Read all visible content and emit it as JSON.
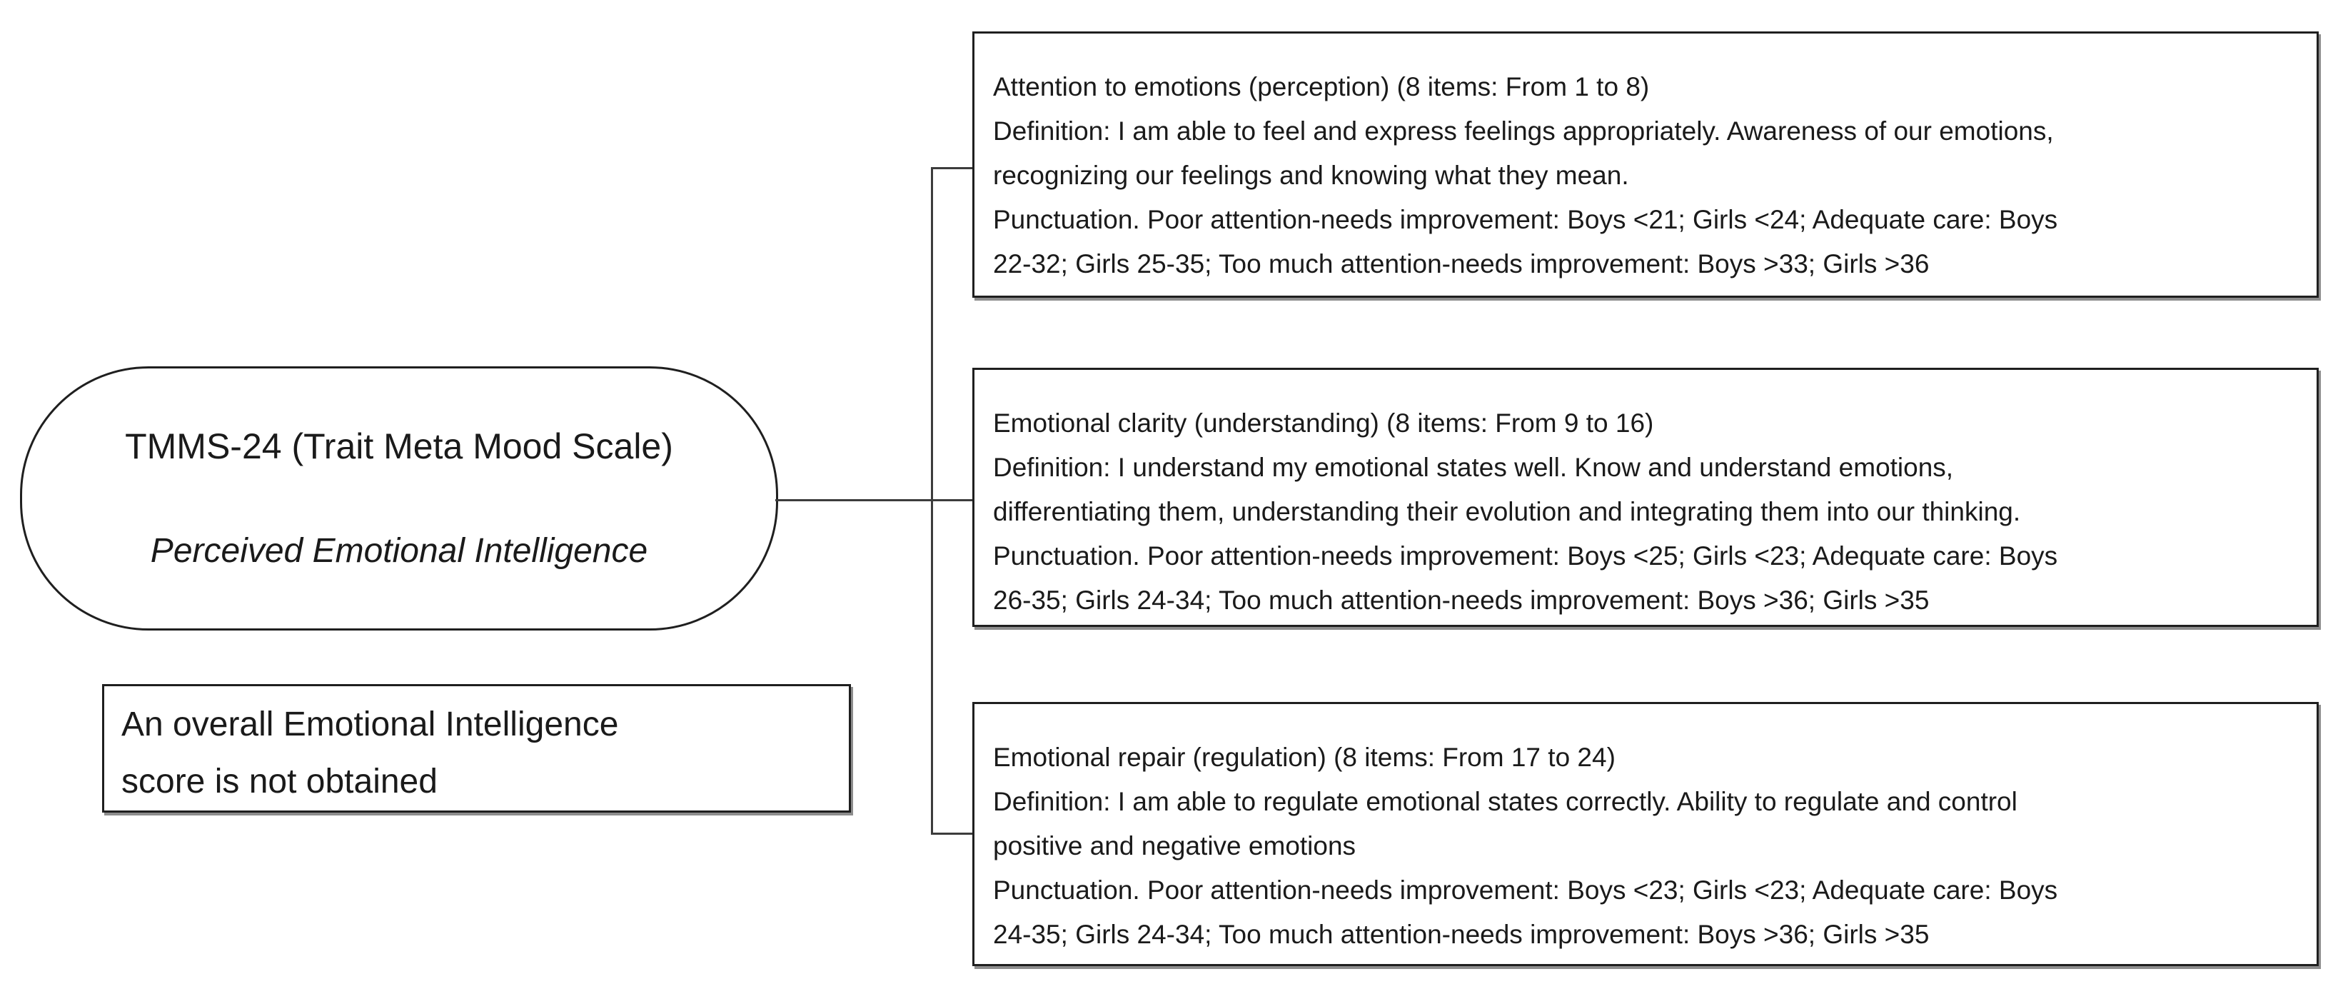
{
  "root": {
    "title": "TMMS-24 (Trait Meta Mood Scale)",
    "subtitle": "Perceived Emotional Intelligence"
  },
  "note": {
    "lines": [
      "An overall Emotional Intelligence",
      "score is not obtained"
    ]
  },
  "branches": [
    {
      "name": "attention-to-emotions",
      "lines": [
        "Attention to emotions (perception) (8 items: From 1 to 8)",
        "Definition: I am able to feel and express feelings appropriately. Awareness of our emotions,",
        "recognizing our feelings and knowing what they mean.",
        "Punctuation. Poor attention-needs improvement: Boys <21; Girls <24; Adequate care: Boys",
        "22-32; Girls 25-35; Too much attention-needs improvement: Boys >33; Girls >36"
      ]
    },
    {
      "name": "emotional-clarity",
      "lines": [
        "Emotional clarity (understanding) (8 items: From 9 to 16)",
        "Definition: I understand my emotional states well. Know and understand emotions,",
        "differentiating them, understanding their evolution and integrating them into our thinking.",
        "Punctuation. Poor attention-needs improvement: Boys <25; Girls <23; Adequate care: Boys",
        "26-35; Girls 24-34; Too much attention-needs improvement: Boys >36; Girls >35"
      ]
    },
    {
      "name": "emotional-repair",
      "lines": [
        "Emotional repair (regulation) (8 items: From 17 to 24)",
        "Definition: I am able to regulate emotional states correctly. Ability to regulate and control",
        "positive and negative emotions",
        "Punctuation. Poor attention-needs improvement: Boys <23; Girls <23; Adequate care: Boys",
        "24-35; Girls 24-34; Too much attention-needs improvement: Boys >36; Girls >35"
      ]
    }
  ],
  "colors": {
    "background": "#ffffff",
    "border": "#1f1f1f",
    "text": "#1a1a1a",
    "connector": "#3c3c3c",
    "shadow": "#8d8d8d"
  }
}
